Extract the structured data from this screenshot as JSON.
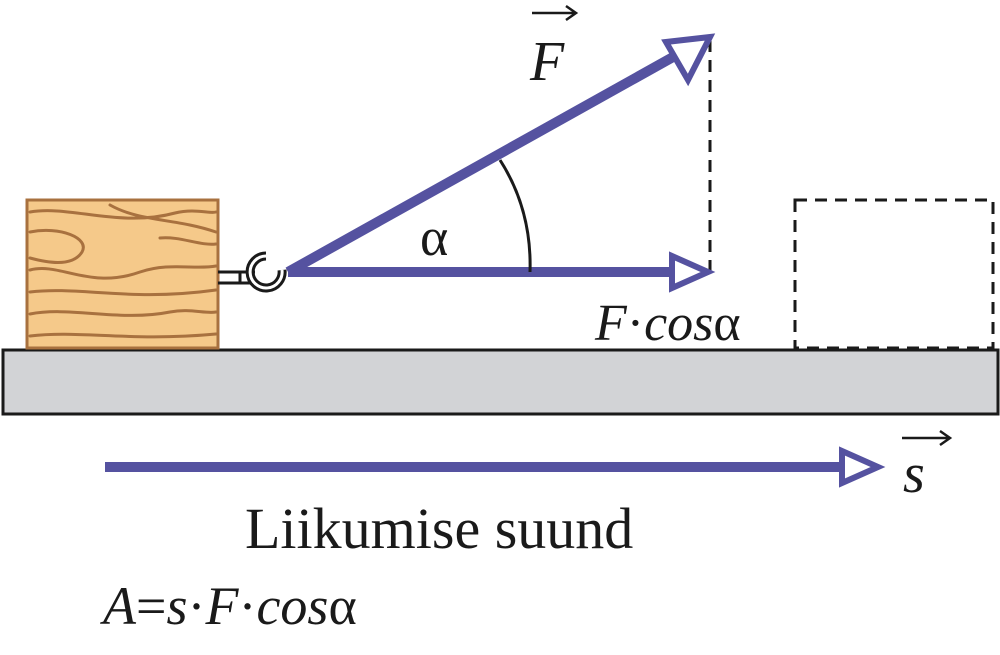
{
  "labels": {
    "force_letter": "F",
    "angle": "α",
    "component_f": "F",
    "component_dot": "·",
    "component_cos": "cos",
    "component_alpha": "α",
    "displacement_letter": "s",
    "direction": "Liikumise suund",
    "formula_a": "A",
    "formula_eq": "=",
    "formula_s": "s",
    "formula_dot1": "·",
    "formula_f": "F",
    "formula_dot2": "·",
    "formula_cos": "cos",
    "formula_alpha": "α"
  },
  "colors": {
    "vector": "#5552a0",
    "ground_fill": "#d2d3d6",
    "block_fill": "#f5c98a",
    "wood_grain": "#a8713f",
    "outline": "#1a1a1a"
  }
}
